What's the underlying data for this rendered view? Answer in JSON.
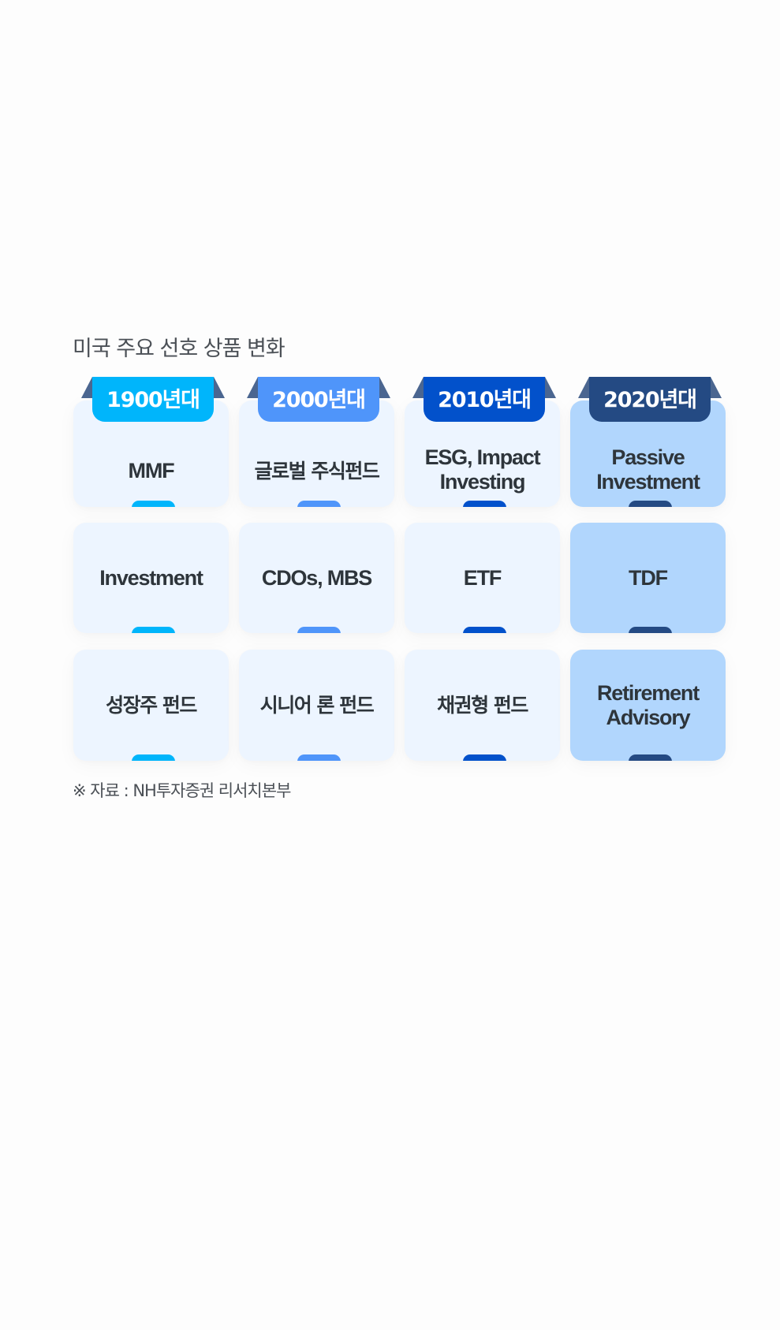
{
  "title": "미국 주요 선호 상품 변화",
  "colors": {
    "card_bg": "#edf5ff",
    "card_bg_highlight": "#b1d6fd",
    "text": "#2e353b",
    "fold": "#4b6690"
  },
  "columns": [
    {
      "era": "1900년대",
      "accent": "#00b5fb",
      "highlight": false,
      "items": [
        "MMF",
        "Investment",
        "성장주 펀드"
      ]
    },
    {
      "era": "2000년대",
      "accent": "#4f95fa",
      "highlight": false,
      "items": [
        "글로벌 주식펀드",
        "CDOs, MBS",
        "시니어 론 펀드"
      ]
    },
    {
      "era": "2010년대",
      "accent": "#0251cb",
      "highlight": false,
      "items": [
        "ESG, Impact\nInvesting",
        "ETF",
        "채권형 펀드"
      ]
    },
    {
      "era": "2020년대",
      "accent": "#244a83",
      "highlight": true,
      "items": [
        "Passive\nInvestment",
        "TDF",
        "Retirement\nAdvisory"
      ]
    }
  ],
  "footnote": "※ 자료 : NH투자증권 리서치본부"
}
